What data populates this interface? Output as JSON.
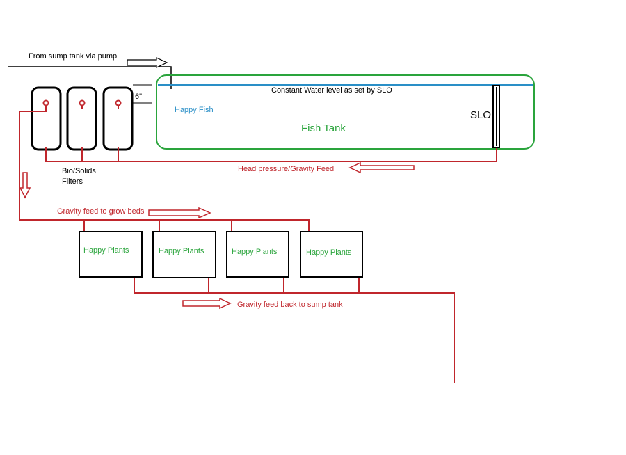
{
  "labels": {
    "from_sump": "From sump tank via pump",
    "six_inch": "6\"",
    "constant_level": "Constant Water level as set by SLO",
    "happy_fish": "Happy Fish",
    "fish_tank": "Fish Tank",
    "slo": "SLO",
    "bio_solids": "Bio/Solids",
    "filters": "Filters",
    "head_pressure": "Head pressure/Gravity Feed",
    "gravity_grow_beds": "Gravity feed to grow beds",
    "gravity_back_sump": "Gravity feed back to sump tank"
  },
  "grow_beds": [
    {
      "label": "Happy Plants"
    },
    {
      "label": "Happy Plants"
    },
    {
      "label": "Happy Plants"
    },
    {
      "label": "Happy Plants"
    }
  ],
  "colors": {
    "pipe": "#c0262c",
    "tank_outline": "#2aa43c",
    "water_line": "#2a8fc7",
    "outline": "#000000"
  }
}
